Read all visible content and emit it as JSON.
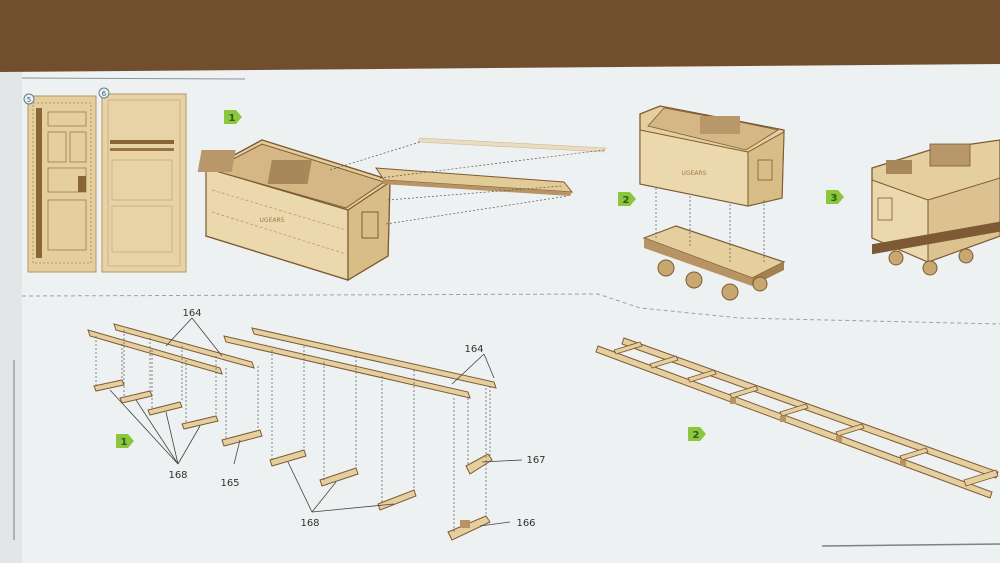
{
  "colors": {
    "table": "#6b4a2e",
    "paper": "#eef1f1",
    "paper_shade": "#dfe6e8",
    "wood": "#e6cf9f",
    "wood_dark": "#b89464",
    "wood_edge": "#7d5a33",
    "badge": "#8cc63f",
    "ink": "#333333",
    "divider": "#9aa3a6"
  },
  "sheets": {
    "sheet_a_badge": "5",
    "sheet_b_badge": "6"
  },
  "steps": {
    "top_step_1": "1",
    "top_step_2": "2",
    "top_step_3": "3",
    "bottom_step_1": "1",
    "bottom_step_2": "2"
  },
  "brand": {
    "engraving_1": "UGEARS",
    "engraving_2": "UGEARS"
  },
  "part_labels": {
    "label_164_left": "164",
    "label_164_right": "164",
    "label_168_left": "168",
    "label_168_mid": "168",
    "label_165": "165",
    "label_167": "167",
    "label_166": "166"
  }
}
